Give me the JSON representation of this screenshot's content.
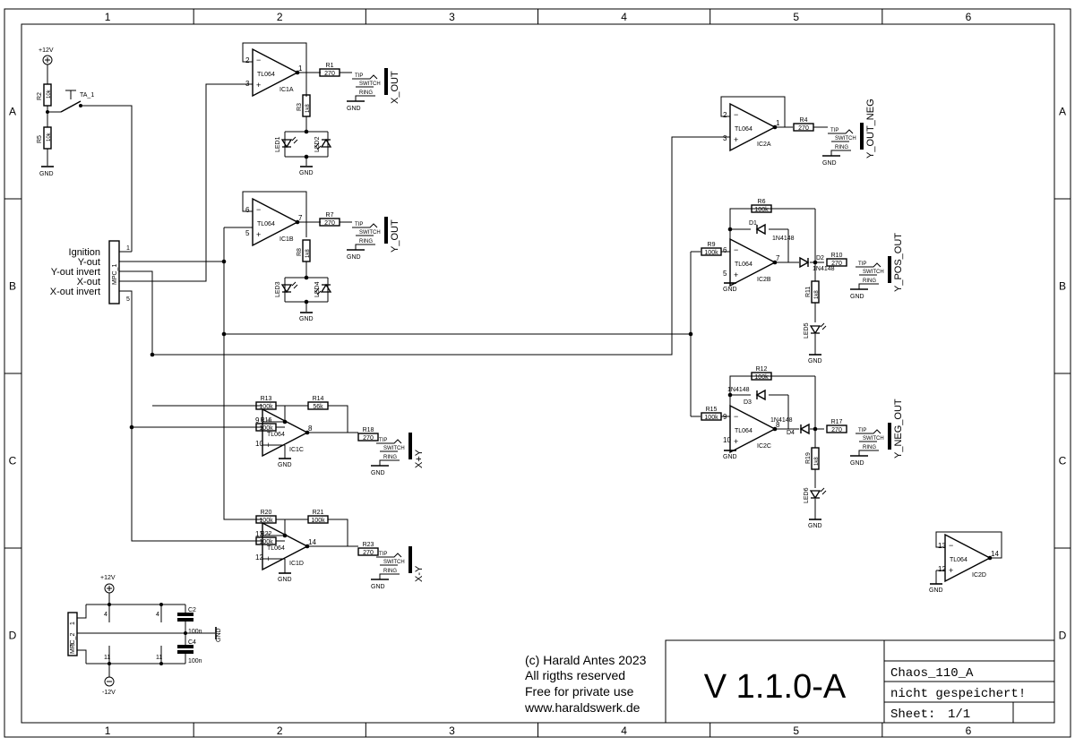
{
  "frame": {
    "columns": [
      "1",
      "2",
      "3",
      "4",
      "5",
      "6"
    ],
    "rows": [
      "A",
      "B",
      "C",
      "D"
    ]
  },
  "power": {
    "vcc_top": "+12V",
    "vcc_bottom": "+12V",
    "vee": "-12V",
    "gnd": "GND"
  },
  "switch": {
    "name": "TA_1"
  },
  "connector_main": {
    "name": "MPC_1",
    "pin_top": "1",
    "pin_bottom": "5",
    "signals": [
      "Ignition",
      "Y-out",
      "Y-out invert",
      "X-out",
      "X-out invert"
    ]
  },
  "connector_power": {
    "name": "MPC_2",
    "pin_top": "1",
    "pin_bottom": "3"
  },
  "opamps": [
    {
      "ref": "IC1A",
      "type": "TL064",
      "pins": [
        "2",
        "3",
        "1"
      ]
    },
    {
      "ref": "IC1B",
      "type": "TL064",
      "pins": [
        "6",
        "5",
        "7"
      ]
    },
    {
      "ref": "IC1C",
      "type": "TL064",
      "pins": [
        "9",
        "10",
        "8"
      ]
    },
    {
      "ref": "IC1D",
      "type": "TL064",
      "pins": [
        "13",
        "12",
        "14"
      ]
    },
    {
      "ref": "IC2A",
      "type": "TL064",
      "pins": [
        "2",
        "3",
        "1"
      ]
    },
    {
      "ref": "IC2B",
      "type": "TL064",
      "pins": [
        "6",
        "5",
        "7"
      ]
    },
    {
      "ref": "IC2C",
      "type": "TL064",
      "pins": [
        "9",
        "10",
        "8"
      ]
    },
    {
      "ref": "IC2D",
      "type": "TL064",
      "pins": [
        "13",
        "12",
        "14"
      ]
    }
  ],
  "resistors": [
    {
      "ref": "R1",
      "val": "270"
    },
    {
      "ref": "R2",
      "val": "10k"
    },
    {
      "ref": "R3",
      "val": "1k8"
    },
    {
      "ref": "R4",
      "val": "270"
    },
    {
      "ref": "R5",
      "val": "10k"
    },
    {
      "ref": "R6",
      "val": "100k"
    },
    {
      "ref": "R7",
      "val": "270"
    },
    {
      "ref": "R8",
      "val": "1k8"
    },
    {
      "ref": "R9",
      "val": "100k"
    },
    {
      "ref": "R10",
      "val": "270"
    },
    {
      "ref": "R11",
      "val": "1k8"
    },
    {
      "ref": "R12",
      "val": "100k"
    },
    {
      "ref": "R13",
      "val": "100k"
    },
    {
      "ref": "R14",
      "val": "56k"
    },
    {
      "ref": "R15",
      "val": "100k"
    },
    {
      "ref": "R16",
      "val": "100k"
    },
    {
      "ref": "R17",
      "val": "270"
    },
    {
      "ref": "R18",
      "val": "270"
    },
    {
      "ref": "R19",
      "val": "1k8"
    },
    {
      "ref": "R20",
      "val": "100k"
    },
    {
      "ref": "R21",
      "val": "100k"
    },
    {
      "ref": "R22",
      "val": "100k"
    },
    {
      "ref": "R23",
      "val": "270"
    }
  ],
  "diodes": [
    {
      "ref": "D1",
      "val": "1N4148"
    },
    {
      "ref": "D2",
      "val": "1N4148"
    },
    {
      "ref": "D3",
      "val": "1N4148"
    },
    {
      "ref": "D4",
      "val": "1N4148"
    }
  ],
  "leds": [
    "LED1",
    "LED2",
    "LED3",
    "LED4",
    "LED5",
    "LED6"
  ],
  "capacitors": [
    {
      "ref": "C2",
      "val": "100n"
    },
    {
      "ref": "C4",
      "val": "100n"
    }
  ],
  "supply_pins": {
    "vplus": "4",
    "vminus": "11"
  },
  "jack": {
    "tip": "TIP",
    "switch": "SWITCH",
    "ring": "RING"
  },
  "outputs": [
    "X_OUT",
    "Y_OUT",
    "Y_OUT_NEG",
    "Y_POS_OUT",
    "Y_NEG_OUT",
    "X+Y",
    "X-Y"
  ],
  "credits": [
    "(c) Harald Antes 2023",
    "All rigths reserved",
    "Free for private use",
    "www.haraldswerk.de"
  ],
  "title_block": {
    "version": "V 1.1.0-A",
    "name": "Chaos_110_A",
    "status": "nicht gespeichert!",
    "sheet_label": "Sheet:",
    "sheet_value": "1/1"
  }
}
